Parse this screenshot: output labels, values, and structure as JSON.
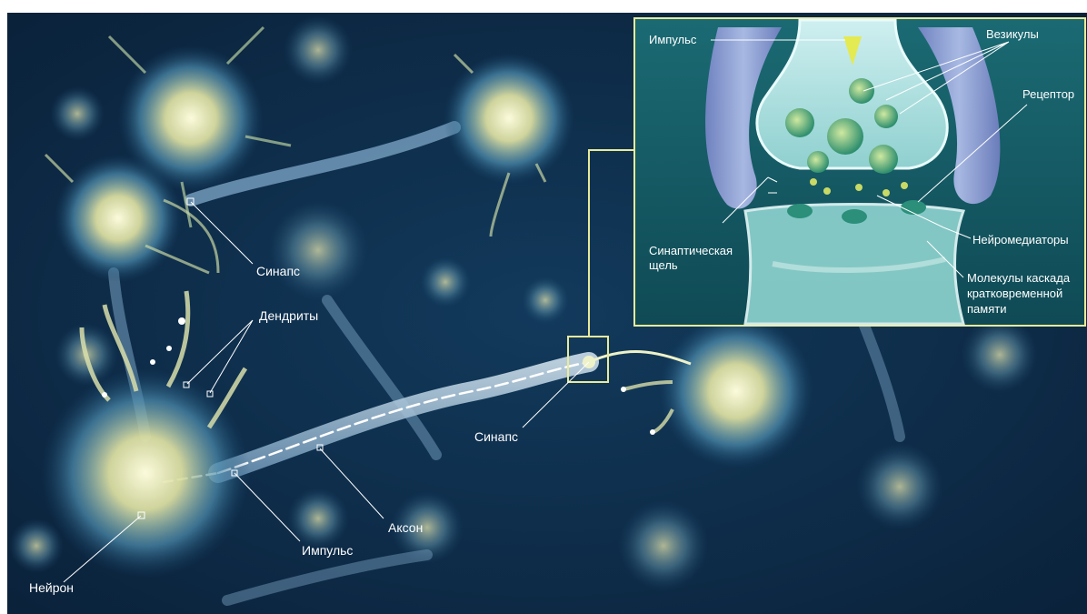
{
  "labels": {
    "synapse_top": "Синапс",
    "dendrites": "Дендриты",
    "synapse_mid": "Синапс",
    "axon": "Аксон",
    "impulse_bottom": "Импульс",
    "neuron": "Нейрон"
  },
  "inset": {
    "impulse": "Импульс",
    "vesicles": "Везикулы",
    "receptor": "Рецептор",
    "synaptic_cleft_line1": "Синаптическая",
    "synaptic_cleft_line2": "щель",
    "neurotransmitters": "Нейромедиаторы",
    "cascade_line1": "Молекулы каскада",
    "cascade_line2": "кратковременной",
    "cascade_line3": "памяти"
  },
  "colors": {
    "background": "#0d2a45",
    "neuron_glow": "#f4f3c8",
    "inset_border": "#e9ea9a",
    "inset_bg": "#14565f",
    "axon": "#a9c9df"
  }
}
